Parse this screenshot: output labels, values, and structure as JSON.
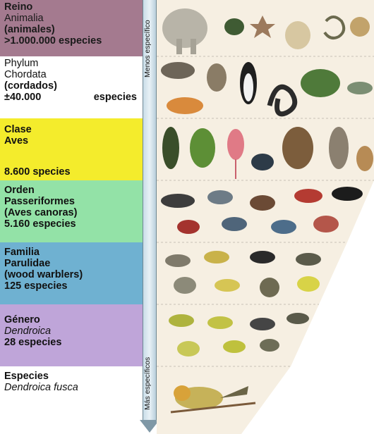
{
  "levels": [
    {
      "rank": "Reino",
      "name": "Animalia",
      "common": "(animales)",
      "count": ">1.000.000 especies"
    },
    {
      "rank": "Phylum",
      "name": "Chordata",
      "common": "(cordados)",
      "count_num": "±40.000",
      "count_word": "especies"
    },
    {
      "rank": "Clase",
      "name": "Aves",
      "count": "8.600 species"
    },
    {
      "rank": "Orden",
      "name": "Passeriformes",
      "common": "(Aves canoras)",
      "count": "5.160 especies"
    },
    {
      "rank": "Familia",
      "name": "Parulidae",
      "common": "(wood warblers)",
      "count": "125 especies"
    },
    {
      "rank": "Género",
      "name": "Dendroica",
      "count": "28 especies"
    },
    {
      "rank": "Especies",
      "name": "Dendroica fusca"
    }
  ],
  "arrow": {
    "top_label": "Menos específico",
    "bottom_label": "Más específicos"
  },
  "colors": {
    "reino": "#a47a8f",
    "clase": "#f4ec2c",
    "orden": "#93e2a7",
    "familia": "#6fb1d1",
    "genero": "#bfa5d9"
  }
}
